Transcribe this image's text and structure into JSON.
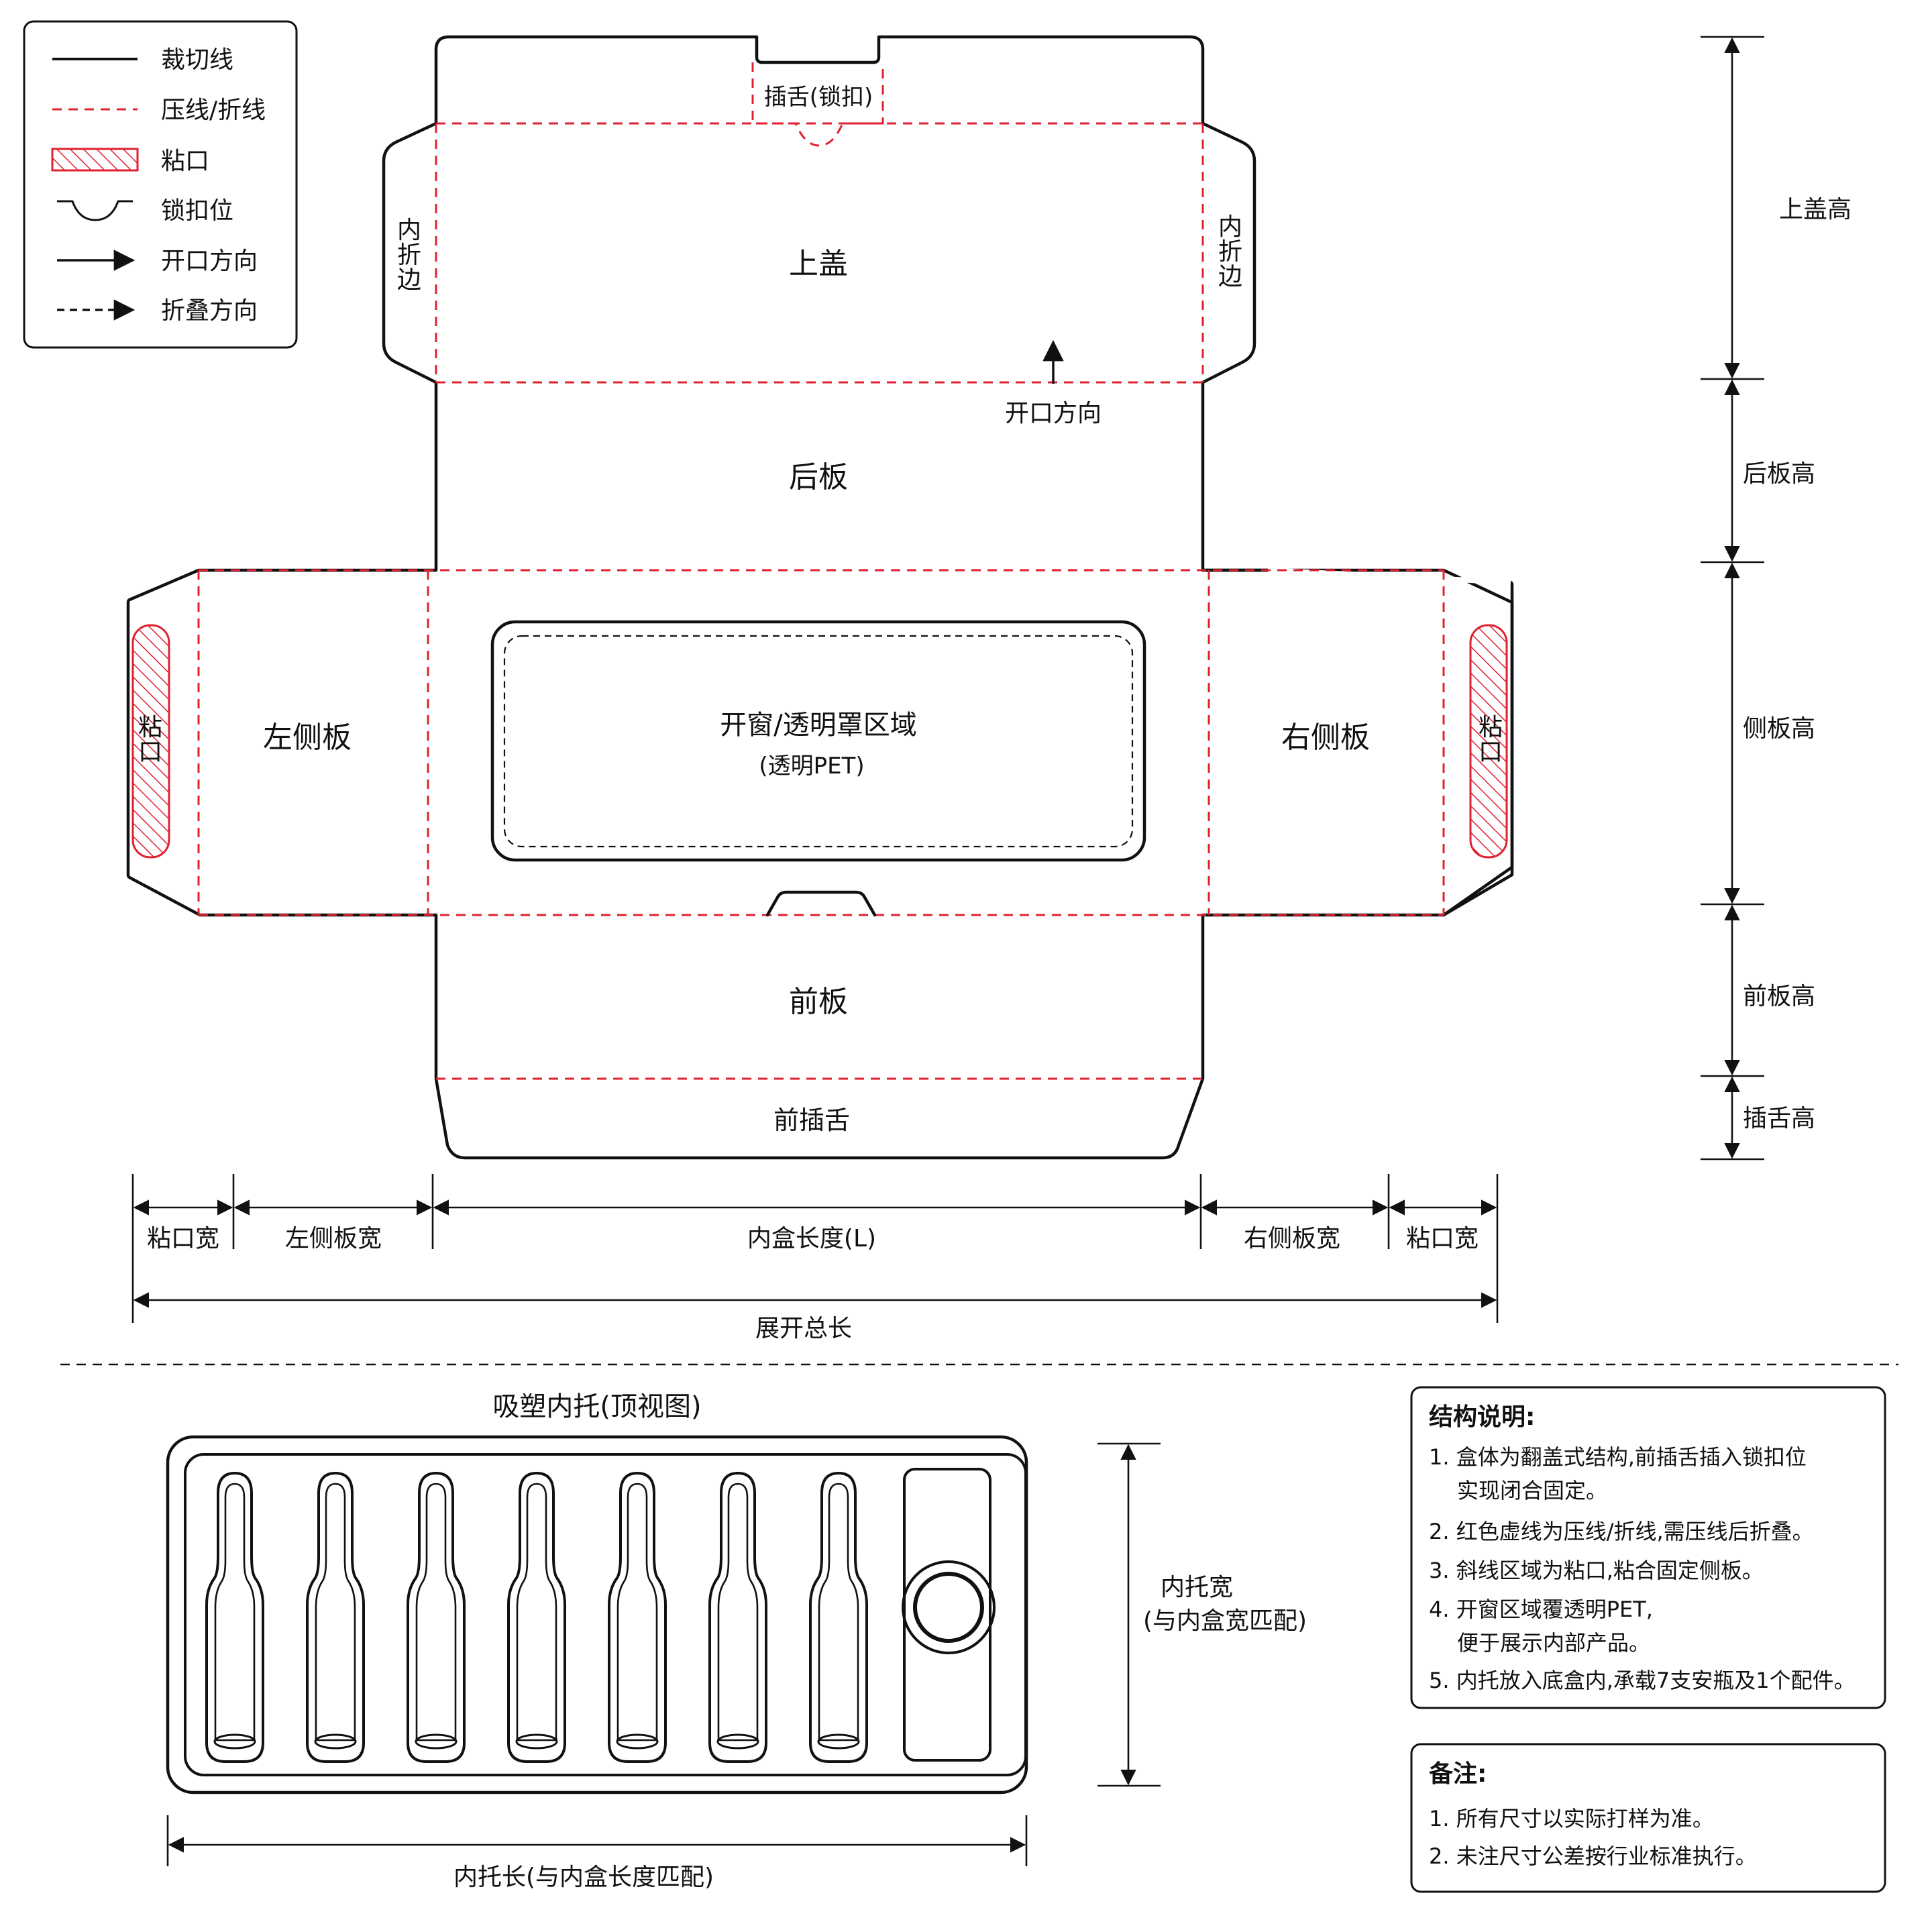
{
  "legend": {
    "items": [
      {
        "label": "裁切线",
        "icon": "solid-line-icon"
      },
      {
        "label": "压线/折线",
        "icon": "red-dashed-line-icon"
      },
      {
        "label": "粘口",
        "icon": "red-hatch-icon"
      },
      {
        "label": "锁扣位",
        "icon": "lock-notch-icon"
      },
      {
        "label": "开口方向",
        "icon": "solid-arrow-icon"
      },
      {
        "label": "折叠方向",
        "icon": "dashed-arrow-icon"
      }
    ]
  },
  "dieline": {
    "top_lock_tab": "插舌(锁扣)",
    "inner_flap_left": [
      "内",
      "折",
      "边"
    ],
    "inner_flap_right": [
      "内",
      "折",
      "边"
    ],
    "top_lid": "上盖",
    "opening_direction": "开口方向",
    "back_panel": "后板",
    "left_side_panel": "左侧板",
    "right_side_panel": "右侧板",
    "glue_left": [
      "粘",
      "口"
    ],
    "glue_right": [
      "粘",
      "口"
    ],
    "window_title": "开窗/透明罩区域",
    "window_sub": "(透明PET)",
    "front_panel": "前板",
    "front_tuck": "前插舌"
  },
  "right_dims": [
    "上盖高",
    "后板高",
    "侧板高",
    "前板高",
    "插舌高"
  ],
  "bottom_dims": {
    "glue_width_left": "粘口宽",
    "left_side_width": "左侧板宽",
    "box_length": "内盒长度(L)",
    "right_side_width": "右侧板宽",
    "glue_width_right": "粘口宽",
    "total_length": "展开总长"
  },
  "tray": {
    "title": "吸塑内托(顶视图)",
    "width_label": "内托宽",
    "width_sub": "(与内盒宽匹配)",
    "length_label": "内托长(与内盒长度匹配)",
    "ampoule_count": 7,
    "accessory_count": 1
  },
  "structure_notes": {
    "title": "结构说明:",
    "items": [
      [
        "1. 盒体为翻盖式结构,前插舌插入锁扣位",
        "实现闭合固定。"
      ],
      [
        "2. 红色虚线为压线/折线,需压线后折叠。"
      ],
      [
        "3. 斜线区域为粘口,粘合固定侧板。"
      ],
      [
        "4. 开窗区域覆透明PET,",
        "便于展示内部产品。"
      ],
      [
        "5. 内托放入底盒内,承载7支安瓶及1个配件。"
      ]
    ]
  },
  "remarks": {
    "title": "备注:",
    "items": [
      "1. 所有尺寸以实际打样为准。",
      "2. 未注尺寸公差按行业标准执行。"
    ]
  },
  "colors": {
    "cut": "#111111",
    "score": "#e02030",
    "hatch": "#e02030"
  }
}
